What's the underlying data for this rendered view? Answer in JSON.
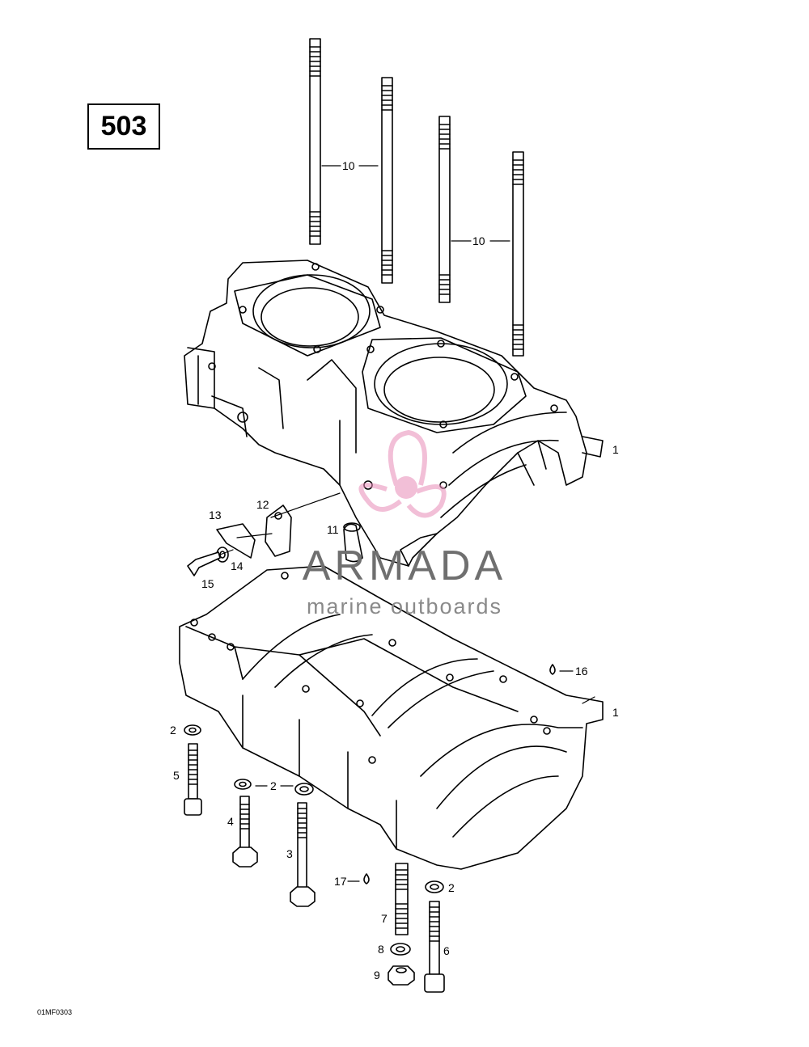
{
  "page": {
    "model_number": "503",
    "figure_code": "01MF0303"
  },
  "watermark": {
    "brand": "ARMADA",
    "tagline": "marine outboards",
    "color": "#e88bb8"
  },
  "callouts": {
    "c1_top": "1",
    "c1_bottom": "1",
    "c2_left": "2",
    "c2_mid": "2",
    "c2_right": "2",
    "c3": "3",
    "c4": "4",
    "c5": "5",
    "c6": "6",
    "c7": "7",
    "c8": "8",
    "c9": "9",
    "c10_left": "10",
    "c10_right": "10",
    "c11": "11",
    "c12": "12",
    "c13": "13",
    "c14": "14",
    "c15": "15",
    "c16": "16",
    "c17": "17"
  }
}
